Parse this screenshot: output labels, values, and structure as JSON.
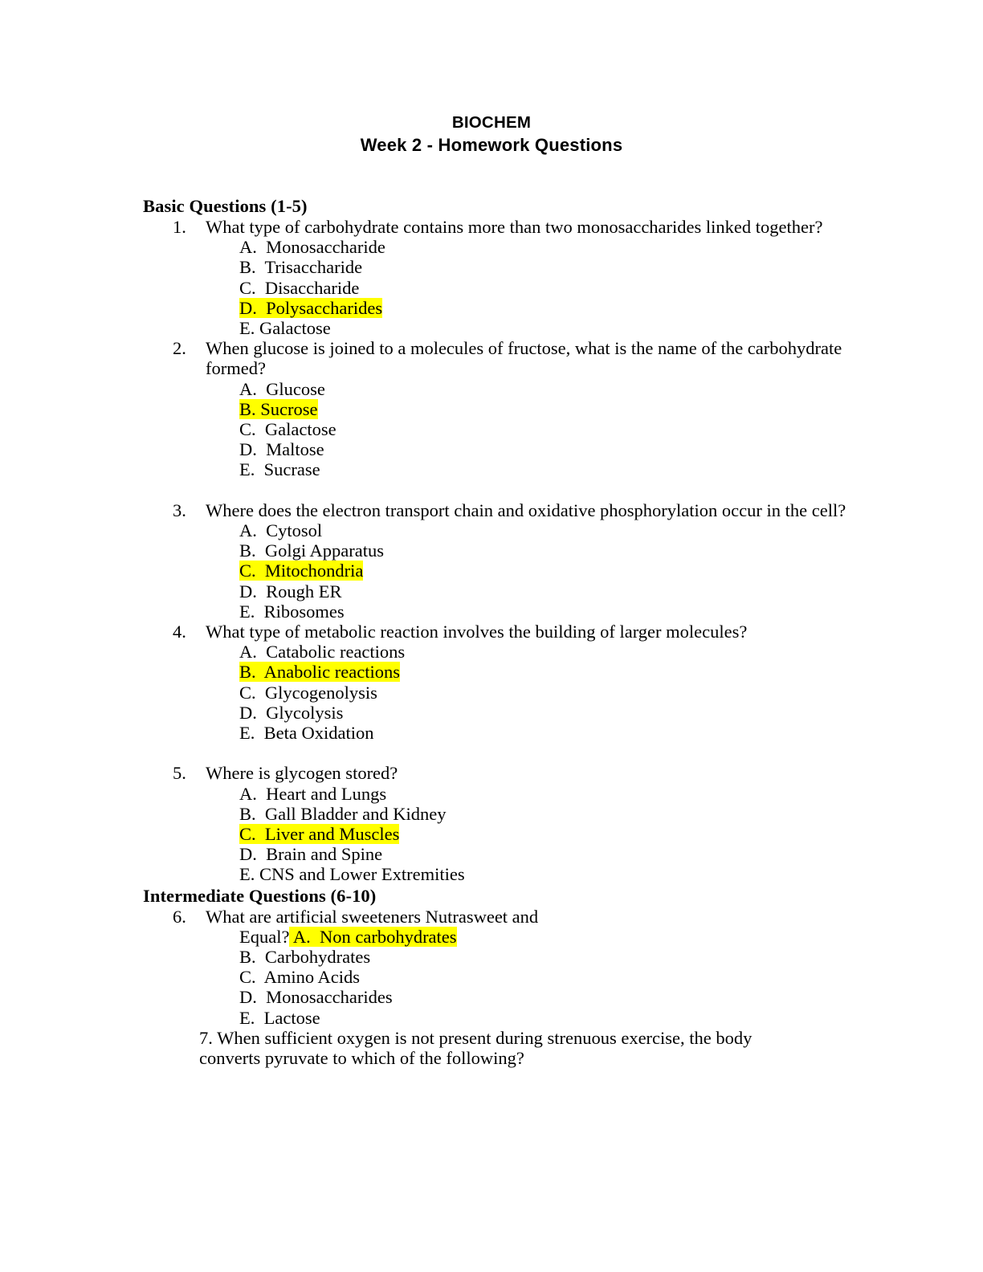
{
  "document": {
    "title_line_1": "BIOCHEM",
    "title_line_2": "Week 2 -  Homework Questions",
    "highlight_color": "#ffff00",
    "text_color": "#000000",
    "background_color": "#ffffff"
  },
  "sections": [
    {
      "heading": "Basic Questions (1-5)",
      "questions": [
        {
          "number": "1.",
          "text": "What type of carbohydrate contains more than two monosaccharides linked together?",
          "options": [
            {
              "label": "A.",
              "text": "  Monosaccharide",
              "highlighted": false
            },
            {
              "label": "B.",
              "text": "  Trisaccharide",
              "highlighted": false
            },
            {
              "label": "C.",
              "text": "  Disaccharide",
              "highlighted": false
            },
            {
              "label": "D.",
              "text": "  Polysaccharides",
              "highlighted": true
            },
            {
              "label": "E.",
              "text": " Galactose",
              "highlighted": false
            }
          ]
        },
        {
          "number": "2.",
          "text": "When glucose is joined to a molecules of fructose, what is the name of the carbohydrate formed?",
          "options": [
            {
              "label": "A.",
              "text": "  Glucose",
              "highlighted": false
            },
            {
              "label": "B.",
              "text": " Sucrose",
              "highlighted": true
            },
            {
              "label": "C.",
              "text": "  Galactose",
              "highlighted": false
            },
            {
              "label": "D.",
              "text": "  Maltose",
              "highlighted": false
            },
            {
              "label": "E.",
              "text": "  Sucrase",
              "highlighted": false
            }
          ]
        },
        {
          "number": "3.",
          "text": "Where does the electron transport chain and oxidative phosphorylation occur in the cell?",
          "options": [
            {
              "label": "A.",
              "text": "  Cytosol",
              "highlighted": false
            },
            {
              "label": "B.",
              "text": "  Golgi Apparatus",
              "highlighted": false
            },
            {
              "label": "C.",
              "text": "  Mitochondria",
              "highlighted": true
            },
            {
              "label": "D.",
              "text": "  Rough ER",
              "highlighted": false
            },
            {
              "label": "E.",
              "text": "  Ribosomes",
              "highlighted": false
            }
          ]
        },
        {
          "number": "4.",
          "text": "What type of metabolic reaction involves the building of larger molecules?",
          "options": [
            {
              "label": "A.",
              "text": "  Catabolic reactions",
              "highlighted": false
            },
            {
              "label": "B.",
              "text": "  Anabolic reactions",
              "highlighted": true
            },
            {
              "label": "C.",
              "text": "  Glycogenolysis",
              "highlighted": false
            },
            {
              "label": "D.",
              "text": "  Glycolysis",
              "highlighted": false
            },
            {
              "label": "E.",
              "text": "  Beta Oxidation",
              "highlighted": false
            }
          ]
        },
        {
          "number": "5.",
          "text": "Where is glycogen stored?",
          "options": [
            {
              "label": "A.",
              "text": "  Heart and Lungs",
              "highlighted": false
            },
            {
              "label": "B.",
              "text": "  Gall Bladder and Kidney",
              "highlighted": false
            },
            {
              "label": "C.",
              "text": "  Liver and Muscles",
              "highlighted": true
            },
            {
              "label": "D.",
              "text": "  Brain and Spine",
              "highlighted": false
            },
            {
              "label": "E.",
              "text": " CNS and Lower Extremities",
              "highlighted": false
            }
          ]
        }
      ]
    },
    {
      "heading": "Intermediate Questions (6-10)",
      "questions": [
        {
          "number": "6.",
          "text_line_1": "What are artificial sweeteners Nutrasweet and",
          "text_line_2": "Equal?",
          "inline_option": " A.  Non carbohydrates",
          "options": [
            {
              "label": "B.",
              "text": "  Carbohydrates",
              "highlighted": false
            },
            {
              "label": "C.",
              "text": "  Amino Acids",
              "highlighted": false
            },
            {
              "label": "D.",
              "text": "  Monosaccharides",
              "highlighted": false
            },
            {
              "label": "E.",
              "text": "  Lactose",
              "highlighted": false
            }
          ]
        },
        {
          "number": "7.",
          "text": "7. When sufficient oxygen is not present during strenuous exercise, the body converts pyruvate to which of the following?"
        }
      ]
    }
  ]
}
